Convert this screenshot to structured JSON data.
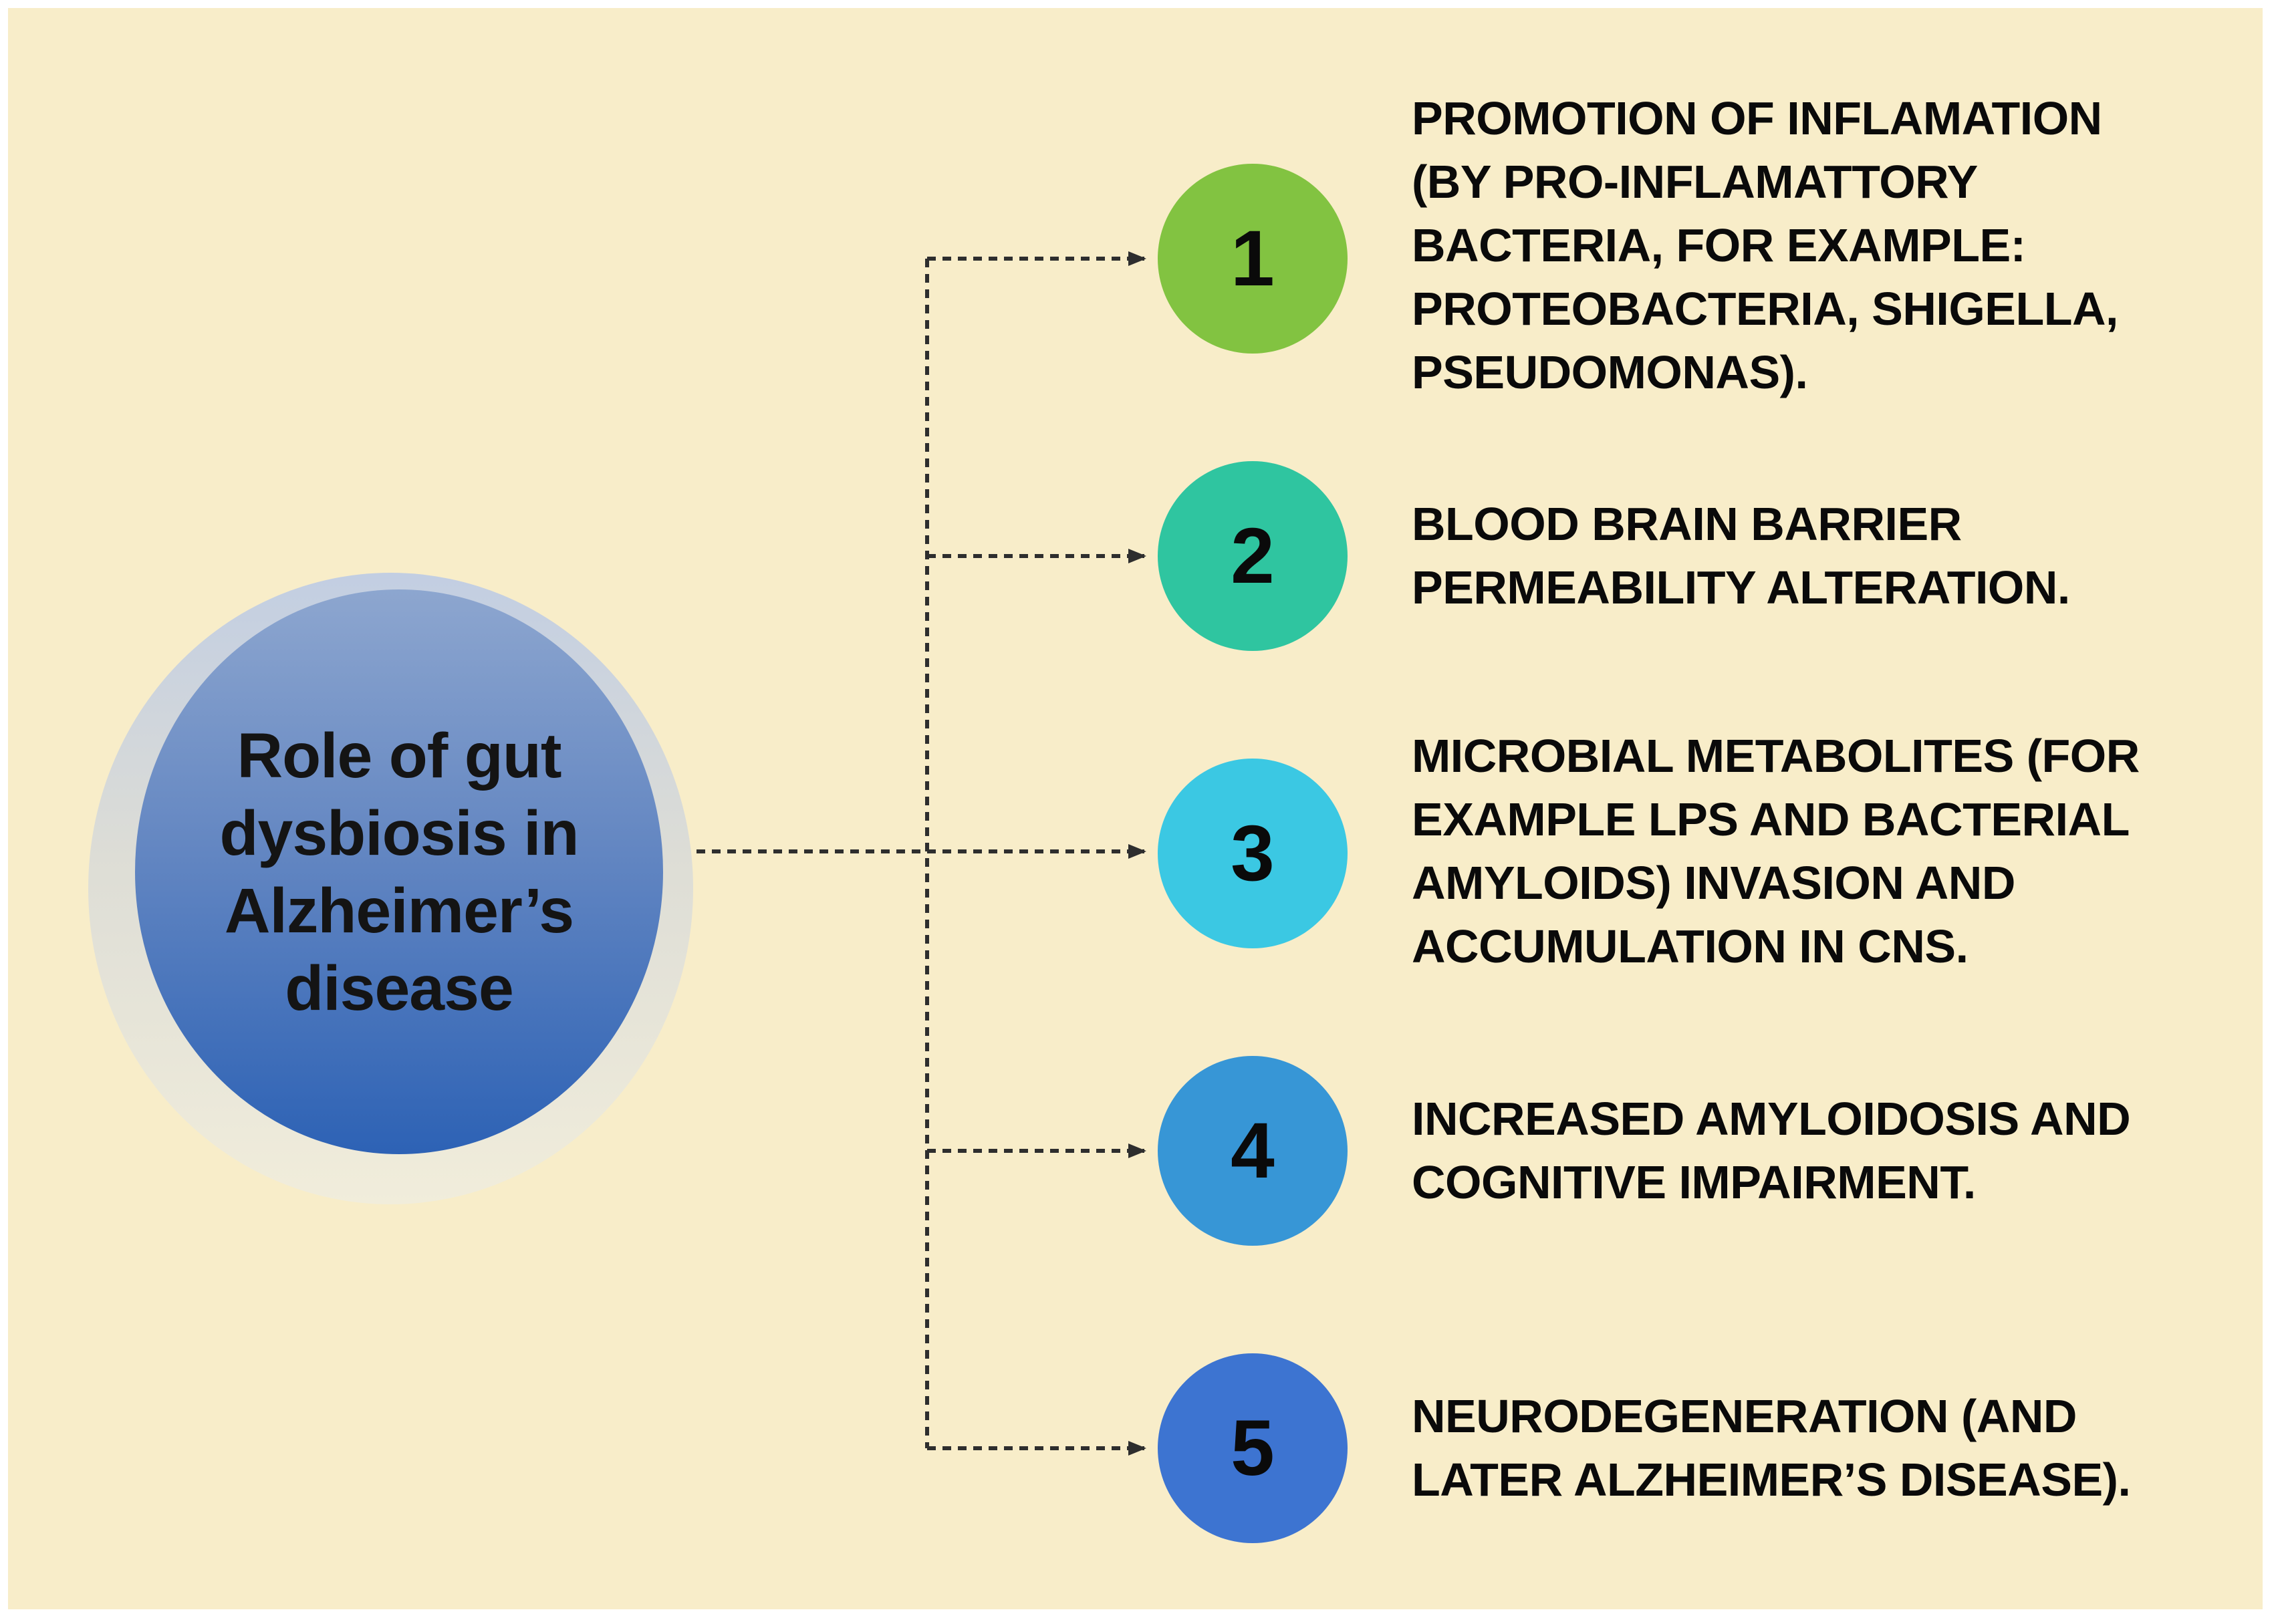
{
  "background": {
    "panel_color": "#F8EDC9",
    "margin_color": "#FFFFFF"
  },
  "main_topic": {
    "title": "Role of gut dysbiosis in Alzheimer’s disease",
    "lines": [
      "Role of gut",
      "dysbiosis in",
      "Alzheimer’s",
      "disease"
    ],
    "circle_gradient_top": "#8DA6CF",
    "circle_gradient_bottom": "#2D62B5",
    "halo_top": "#C2CEE2",
    "halo_bottom": "#F1EDDB",
    "text_color": "#141414"
  },
  "connector": {
    "style": "dashed",
    "color": "#2E2E2E"
  },
  "items": [
    {
      "number": "1",
      "color": "#82C341",
      "lines": [
        "PROMOTION OF INFLAMATION",
        "(BY PRO-INFLAMATTORY",
        "BACTERIA, FOR EXAMPLE:",
        "PROTEOBACTERIA, SHIGELLA,",
        "PSEUDOMONAS)."
      ]
    },
    {
      "number": "2",
      "color": "#2FC5A0",
      "lines": [
        "BLOOD BRAIN BARRIER",
        "PERMEABILITY ALTERATION."
      ]
    },
    {
      "number": "3",
      "color": "#3BC8E3",
      "lines": [
        "MICROBIAL METABOLITES (FOR",
        "EXAMPLE LPS AND BACTERIAL",
        "AMYLOIDS) INVASION AND",
        "ACCUMULATION IN CNS."
      ]
    },
    {
      "number": "4",
      "color": "#3796D6",
      "lines": [
        "INCREASED AMYLOIDOSIS AND",
        "COGNITIVE IMPAIRMENT."
      ]
    },
    {
      "number": "5",
      "color": "#3D74D1",
      "lines": [
        "NEURODEGENERATION (AND",
        "LATER ALZHEIMER’S DISEASE)."
      ]
    }
  ]
}
